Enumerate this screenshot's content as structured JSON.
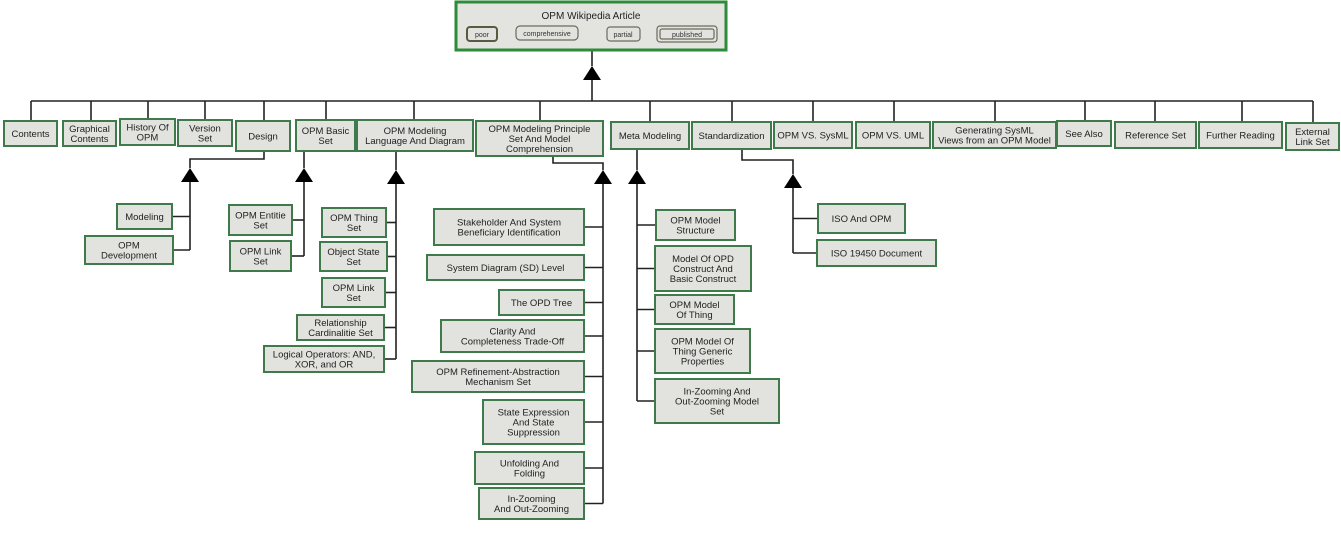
{
  "root": {
    "title": "OPM Wikipedia Article",
    "states": [
      "poor",
      "comprehensive",
      "partial",
      "published"
    ]
  },
  "top_level": [
    {
      "id": "contents",
      "lines": [
        "Contents"
      ]
    },
    {
      "id": "graphical-contents",
      "lines": [
        "Graphical",
        "Contents"
      ]
    },
    {
      "id": "history-of-opm",
      "lines": [
        "History Of",
        "OPM"
      ]
    },
    {
      "id": "version-set",
      "lines": [
        "Version",
        "Set"
      ]
    },
    {
      "id": "design",
      "lines": [
        "Design"
      ]
    },
    {
      "id": "opm-basic-set",
      "lines": [
        "OPM Basic",
        "Set"
      ]
    },
    {
      "id": "opm-modeling-language",
      "lines": [
        "OPM Modeling",
        "Language And Diagram"
      ]
    },
    {
      "id": "opm-modeling-principle",
      "lines": [
        "OPM Modeling Principle",
        "Set And Model",
        "Comprehension"
      ]
    },
    {
      "id": "meta-modeling",
      "lines": [
        "Meta Modeling"
      ]
    },
    {
      "id": "standardization",
      "lines": [
        "Standardization"
      ]
    },
    {
      "id": "opm-vs-sysml",
      "lines": [
        "OPM VS. SysML"
      ]
    },
    {
      "id": "opm-vs-uml",
      "lines": [
        "OPM VS. UML"
      ]
    },
    {
      "id": "generating-sysml",
      "lines": [
        "Generating SysML",
        "Views from an OPM Model"
      ]
    },
    {
      "id": "see-also",
      "lines": [
        "See Also"
      ]
    },
    {
      "id": "reference-set",
      "lines": [
        "Reference Set"
      ]
    },
    {
      "id": "further-reading",
      "lines": [
        "Further Reading"
      ]
    },
    {
      "id": "external-link-set",
      "lines": [
        "External",
        "Link Set"
      ]
    }
  ],
  "children": {
    "design": [
      {
        "id": "modeling",
        "lines": [
          "Modeling"
        ]
      },
      {
        "id": "opm-development",
        "lines": [
          "OPM",
          "Development"
        ]
      }
    ],
    "opm-basic-set": [
      {
        "id": "opm-entitie-set",
        "lines": [
          "OPM Entitie",
          "Set"
        ]
      },
      {
        "id": "opm-link-set-basic",
        "lines": [
          "OPM Link",
          "Set"
        ]
      }
    ],
    "opm-modeling-language": [
      {
        "id": "opm-thing-set",
        "lines": [
          "OPM Thing",
          "Set"
        ]
      },
      {
        "id": "object-state-set",
        "lines": [
          "Object State",
          "Set"
        ]
      },
      {
        "id": "opm-link-set",
        "lines": [
          "OPM Link",
          "Set"
        ]
      },
      {
        "id": "relationship-cardinalitie-set",
        "lines": [
          "Relationship",
          "Cardinalitie Set"
        ]
      },
      {
        "id": "logical-operators",
        "lines": [
          "Logical Operators: AND,",
          "XOR, and OR"
        ]
      }
    ],
    "opm-modeling-principle": [
      {
        "id": "stakeholder",
        "lines": [
          "Stakeholder And System",
          "Beneficiary Identification"
        ]
      },
      {
        "id": "system-diagram",
        "lines": [
          "System Diagram (SD) Level"
        ]
      },
      {
        "id": "opd-tree",
        "lines": [
          "The OPD Tree"
        ]
      },
      {
        "id": "clarity",
        "lines": [
          "Clarity And",
          "Completeness Trade-Off"
        ]
      },
      {
        "id": "refinement",
        "lines": [
          "OPM Refinement-Abstraction",
          "Mechanism Set"
        ]
      },
      {
        "id": "state-expression",
        "lines": [
          "State Expression",
          "And State",
          "Suppression"
        ]
      },
      {
        "id": "unfolding",
        "lines": [
          "Unfolding And",
          "Folding"
        ]
      },
      {
        "id": "in-zooming",
        "lines": [
          "In-Zooming",
          "And Out-Zooming"
        ]
      }
    ],
    "meta-modeling": [
      {
        "id": "opm-model-structure",
        "lines": [
          "OPM Model",
          "Structure"
        ]
      },
      {
        "id": "model-of-opd",
        "lines": [
          "Model Of OPD",
          "Construct And",
          "Basic Construct"
        ]
      },
      {
        "id": "opm-model-of-thing",
        "lines": [
          "OPM Model",
          "Of Thing"
        ]
      },
      {
        "id": "opm-model-generic",
        "lines": [
          "OPM Model Of",
          "Thing Generic",
          "Properties"
        ]
      },
      {
        "id": "in-zooming-model-set",
        "lines": [
          "In-Zooming And",
          "Out-Zooming Model",
          "Set"
        ]
      }
    ],
    "standardization": [
      {
        "id": "iso-and-opm",
        "lines": [
          "ISO And OPM"
        ]
      },
      {
        "id": "iso-19450",
        "lines": [
          "ISO 19450 Document"
        ]
      }
    ]
  },
  "colors": {
    "box_fill": "#e2e2df",
    "box_border": "#3f7a4a",
    "root_border": "#2e8b3a",
    "line": "#222222"
  }
}
